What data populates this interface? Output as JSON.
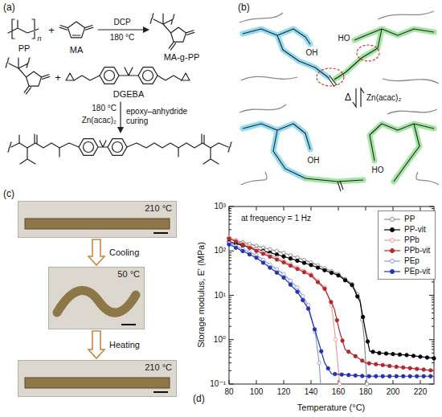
{
  "diagram": {
    "nodes": [
      {
        "text": [
          "210 °C"
        ]
      },
      {
        "text": [
          "50 °C"
        ]
      },
      {
        "text": [
          "210 °C"
        ]
      }
    ],
    "edges": [
      {
        "from": 0,
        "to": 1,
        "arrow": "to",
        "label": "Cooling"
      },
      {
        "from": 1,
        "to": 2,
        "arrow": "to",
        "label": "Heating"
      }
    ],
    "labels": [
      "(a)",
      "PP",
      "n",
      "+",
      "MA",
      "DCP",
      "180 °C",
      "MA-g-PP",
      "+",
      "DGEBA",
      "180 °C",
      "Zn(acac)₂",
      "epoxy–anhydride curing",
      "(b)",
      "OH",
      "HO",
      "Δ",
      "Zn(acac)₂",
      "OH",
      "HO",
      "(c)",
      "(d)",
      "at frequency = 1 Hz",
      "Storage modulus, E′ (MPa)",
      "Temperature (°C)",
      "80",
      "100",
      "120",
      "140",
      "160",
      "180",
      "200",
      "220",
      "10⁻¹",
      "10⁰",
      "10¹",
      "10²",
      "10³"
    ],
    "legend": [
      {
        "text": "PP"
      },
      {
        "text": "PP-vit"
      },
      {
        "text": "PPb"
      },
      {
        "text": "PPb-vit"
      },
      {
        "text": "PEp"
      },
      {
        "text": "PEp-vit"
      }
    ]
  }
}
